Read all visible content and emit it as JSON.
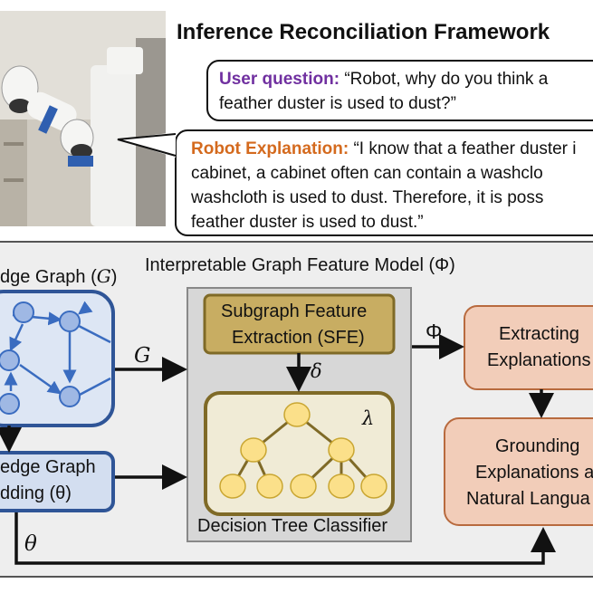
{
  "title": "Inference Reconciliation Framework",
  "user_question": {
    "label": "User question:",
    "line1": "“Robot, why do you think a",
    "line2": "feather duster is used to dust?”"
  },
  "robot_explanation": {
    "label": "Robot Explanation:",
    "line1": "“I know that a feather duster i",
    "line2": "cabinet, a cabinet often can contain a washclo",
    "line3": "washcloth is used to dust. Therefore, it is poss",
    "line4": "feather duster is used to dust.”"
  },
  "diagram": {
    "model_title": "Interpretable Graph Feature Model (Φ)",
    "kg_label": "dge Graph (",
    "kg_symbol": "G",
    "kg_close": ")",
    "embedding_line1": "edge Graph",
    "embedding_line2": "dding (θ)",
    "sfe_line1": "Subgraph Feature",
    "sfe_line2": "Extraction (SFE)",
    "dt_label": "Decision Tree Classifier",
    "extract_line1": "Extracting",
    "extract_line2": "Explanations",
    "ground_line1": "Grounding",
    "ground_line2": "Explanations a",
    "ground_line3": "Natural Langua",
    "arrow_g": "G",
    "arrow_phi": "Φ",
    "arrow_delta": "δ",
    "arrow_theta": "θ",
    "lambda": "λ"
  }
}
